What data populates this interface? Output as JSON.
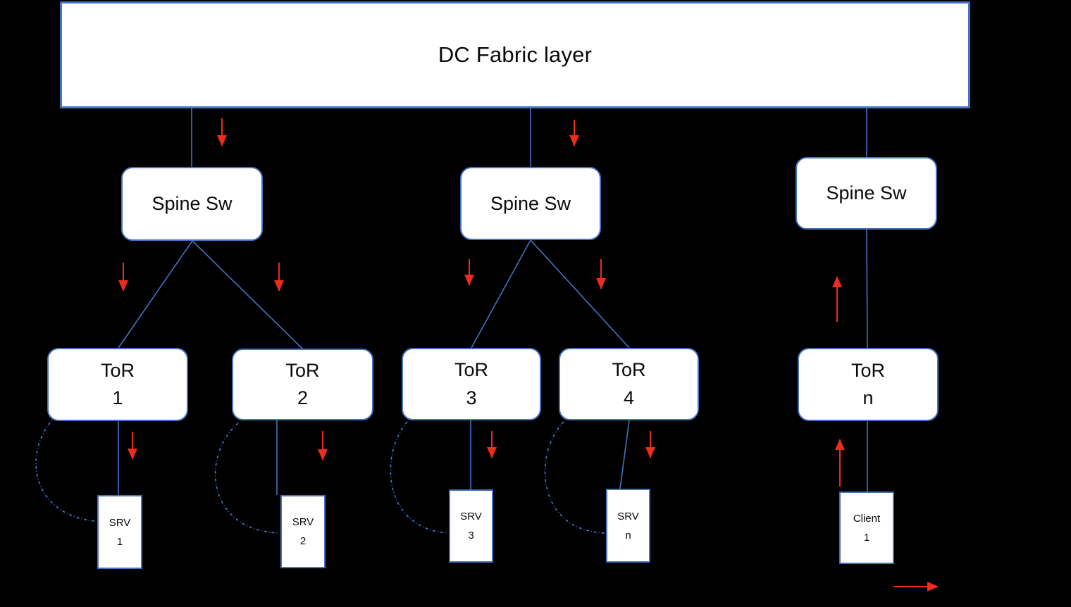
{
  "diagram": {
    "title": "DC Fabric layer",
    "colors": {
      "background": "#000000",
      "node_fill": "#ffffff",
      "node_border": "#4472c4",
      "connector": "#4472c4",
      "flow_arrow": "#ec2c1d"
    },
    "fabric": {
      "label": "DC Fabric layer"
    },
    "spines": [
      {
        "id": "spine-1",
        "label": "Spine Sw"
      },
      {
        "id": "spine-2",
        "label": "Spine Sw"
      },
      {
        "id": "spine-3",
        "label": "Spine Sw"
      }
    ],
    "tors": [
      {
        "id": "tor-1",
        "label": "ToR",
        "number": "1"
      },
      {
        "id": "tor-2",
        "label": "ToR",
        "number": "2"
      },
      {
        "id": "tor-3",
        "label": "ToR",
        "number": "3"
      },
      {
        "id": "tor-4",
        "label": "ToR",
        "number": "4"
      },
      {
        "id": "tor-n",
        "label": "ToR",
        "number": "n"
      }
    ],
    "leaves": [
      {
        "id": "srv-1",
        "label": "SRV",
        "number": "1"
      },
      {
        "id": "srv-2",
        "label": "SRV",
        "number": "2"
      },
      {
        "id": "srv-3",
        "label": "SRV",
        "number": "3"
      },
      {
        "id": "srv-n",
        "label": "SRV",
        "number": "n"
      },
      {
        "id": "client-1",
        "label": "Client",
        "number": "1"
      }
    ],
    "flow_arrows": [
      {
        "direction": "down",
        "at": "fabric-to-spine-1"
      },
      {
        "direction": "down",
        "at": "fabric-to-spine-2"
      },
      {
        "direction": "down",
        "at": "spine-1-to-tor-1"
      },
      {
        "direction": "down",
        "at": "spine-1-to-tor-2"
      },
      {
        "direction": "down",
        "at": "spine-2-to-tor-3"
      },
      {
        "direction": "down",
        "at": "spine-2-to-tor-4"
      },
      {
        "direction": "down",
        "at": "tor-1-to-srv-1"
      },
      {
        "direction": "down",
        "at": "tor-2-to-srv-2"
      },
      {
        "direction": "down",
        "at": "tor-3-to-srv-3"
      },
      {
        "direction": "down",
        "at": "tor-4-to-srv-n"
      },
      {
        "direction": "up",
        "at": "tor-n-to-spine-3"
      },
      {
        "direction": "up",
        "at": "client-1-to-tor-n"
      },
      {
        "direction": "right",
        "at": "bottom-right"
      }
    ]
  }
}
